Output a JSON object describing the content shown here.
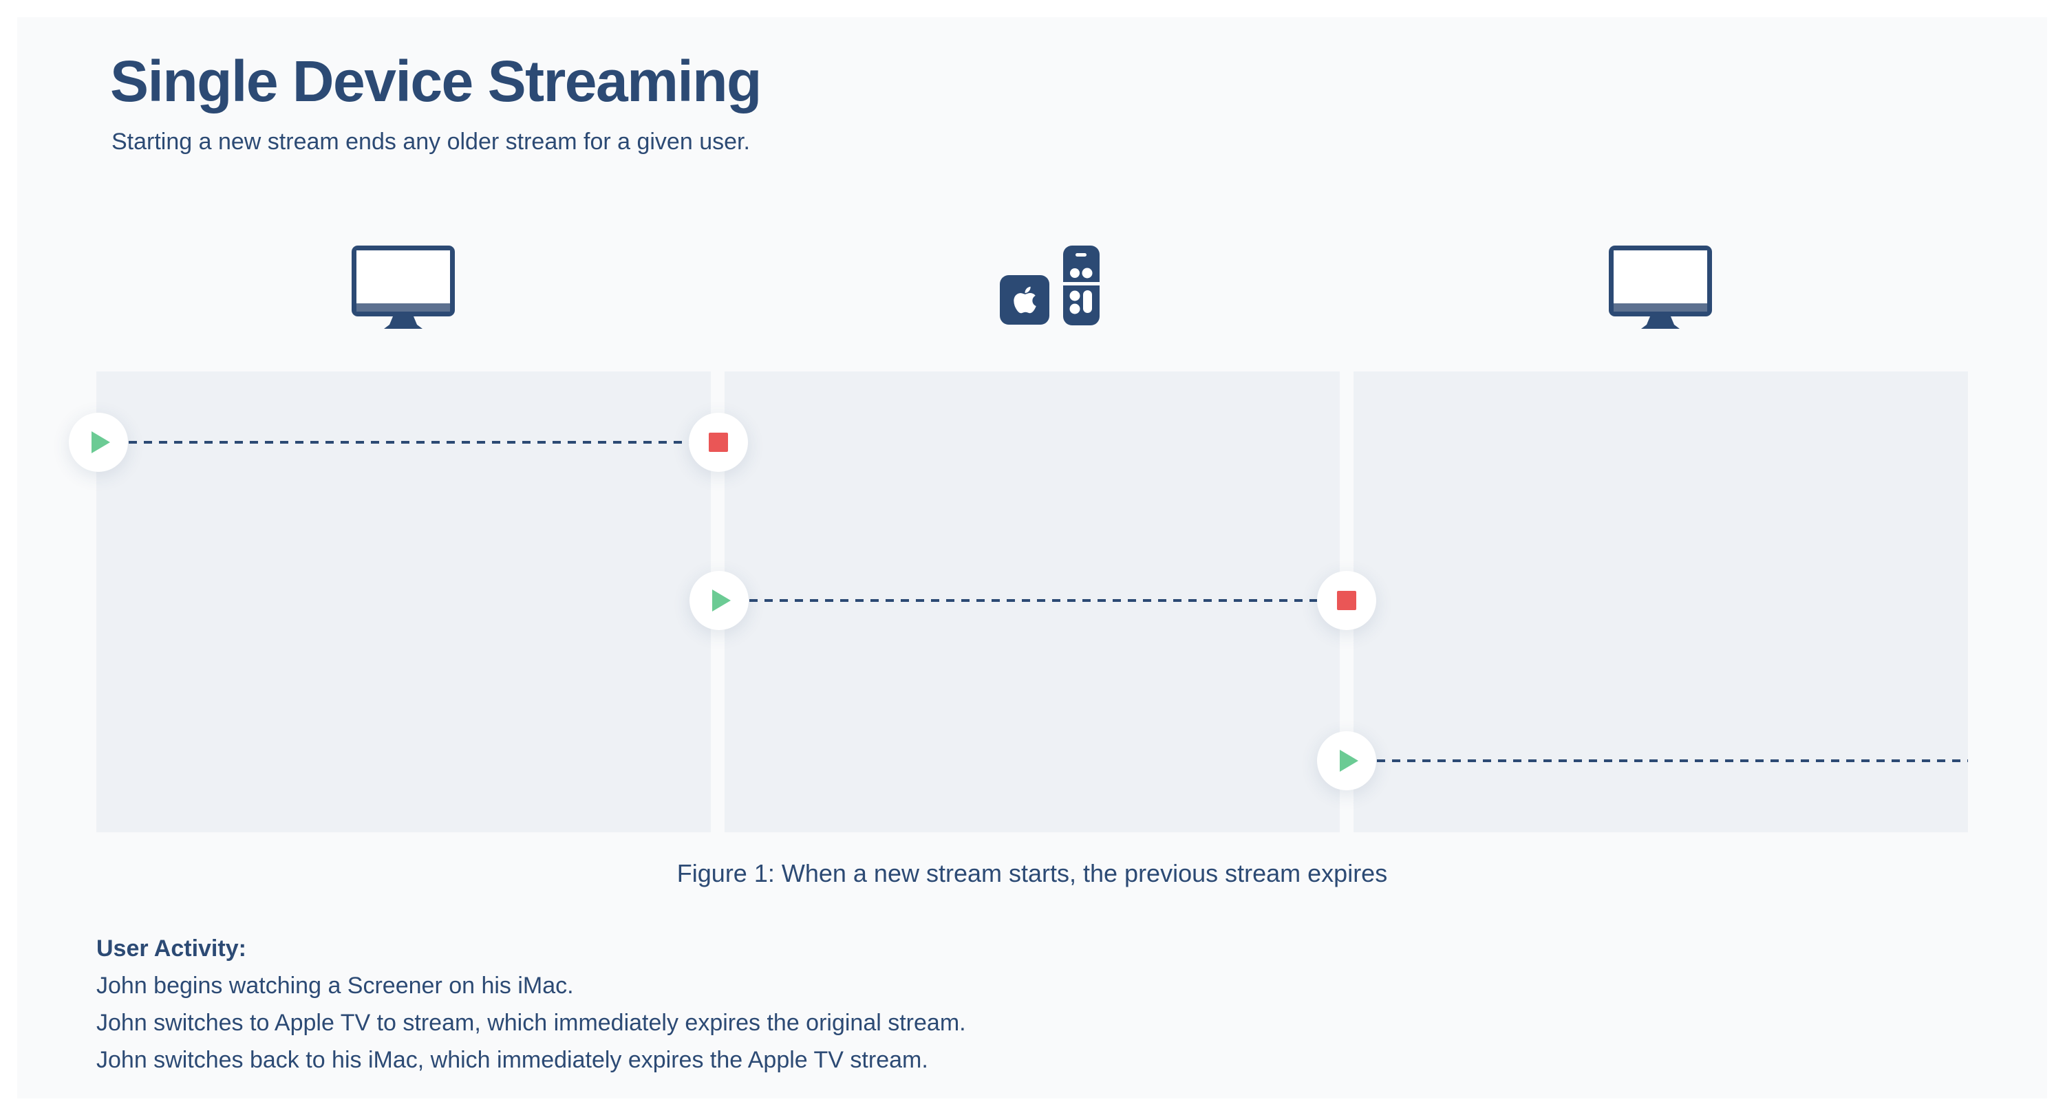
{
  "header": {
    "title": "Single Device Streaming",
    "subtitle": "Starting a new stream ends any older stream for a given user."
  },
  "devices": [
    {
      "icon": "imac-icon"
    },
    {
      "icon": "apple-tv-icon"
    },
    {
      "icon": "imac-icon"
    }
  ],
  "timeline": {
    "lanes": 3,
    "events": [
      {
        "type": "play",
        "lane": 1,
        "position": "lane-start"
      },
      {
        "type": "stop",
        "lane": 1,
        "position": "lane-end"
      },
      {
        "type": "play",
        "lane": 2,
        "position": "lane-start"
      },
      {
        "type": "stop",
        "lane": 2,
        "position": "lane-end"
      },
      {
        "type": "play",
        "lane": 3,
        "position": "lane-start"
      }
    ]
  },
  "figure": {
    "caption": "Figure 1: When a new stream starts, the previous stream expires"
  },
  "activity": {
    "heading": "User Activity:",
    "lines": [
      "John begins watching a Screener on his iMac.",
      "John switches to Apple TV to stream, which immediately expires the original stream.",
      "John switches back to his iMac, which immediately expires the Apple TV stream."
    ]
  },
  "colors": {
    "navy": "#2c4a74",
    "slate": "#5d7190",
    "green": "#6bcb94",
    "red": "#ea5656",
    "lane_bg": "#eef1f5",
    "card_bg": "#f9fafb"
  }
}
